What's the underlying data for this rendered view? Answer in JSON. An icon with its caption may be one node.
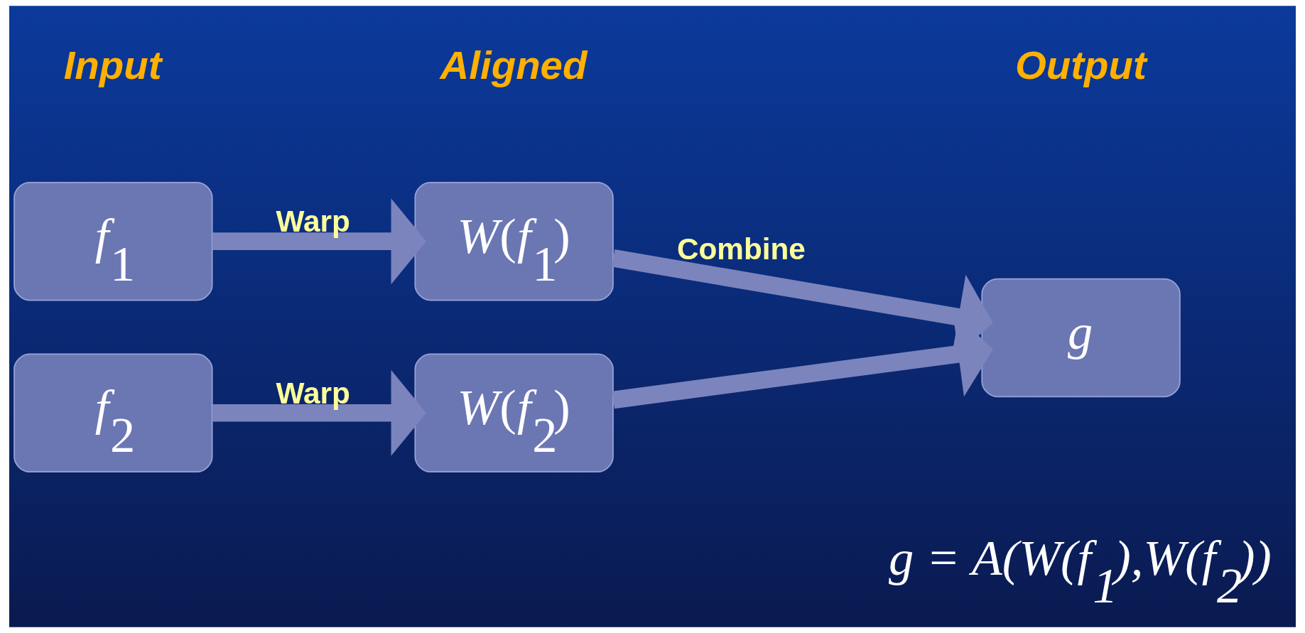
{
  "diagram": {
    "nodes": [
      {
        "text": [
          "*f*$_{1}$"
        ]
      },
      {
        "text": [
          "*f*$_{2}$"
        ]
      },
      {
        "text": [
          "*W*(*f*$_{1}$)"
        ]
      },
      {
        "text": [
          "*W*(*f*$_{2}$)"
        ]
      },
      {
        "text": [
          "*g*"
        ]
      }
    ],
    "edges": [
      {
        "from": 0,
        "to": 2,
        "arrow": "to",
        "label": "Warp"
      },
      {
        "from": 1,
        "to": 3,
        "arrow": "to",
        "label": "Warp"
      },
      {
        "from": 2,
        "to": 4,
        "arrow": "to",
        "label": "Combine"
      },
      {
        "from": 3,
        "to": 4,
        "arrow": "to"
      }
    ],
    "labels": [
      "Input",
      "Aligned",
      "Output",
      "g = A(W(f$_{1}$),W(f$_{2}$))"
    ]
  }
}
